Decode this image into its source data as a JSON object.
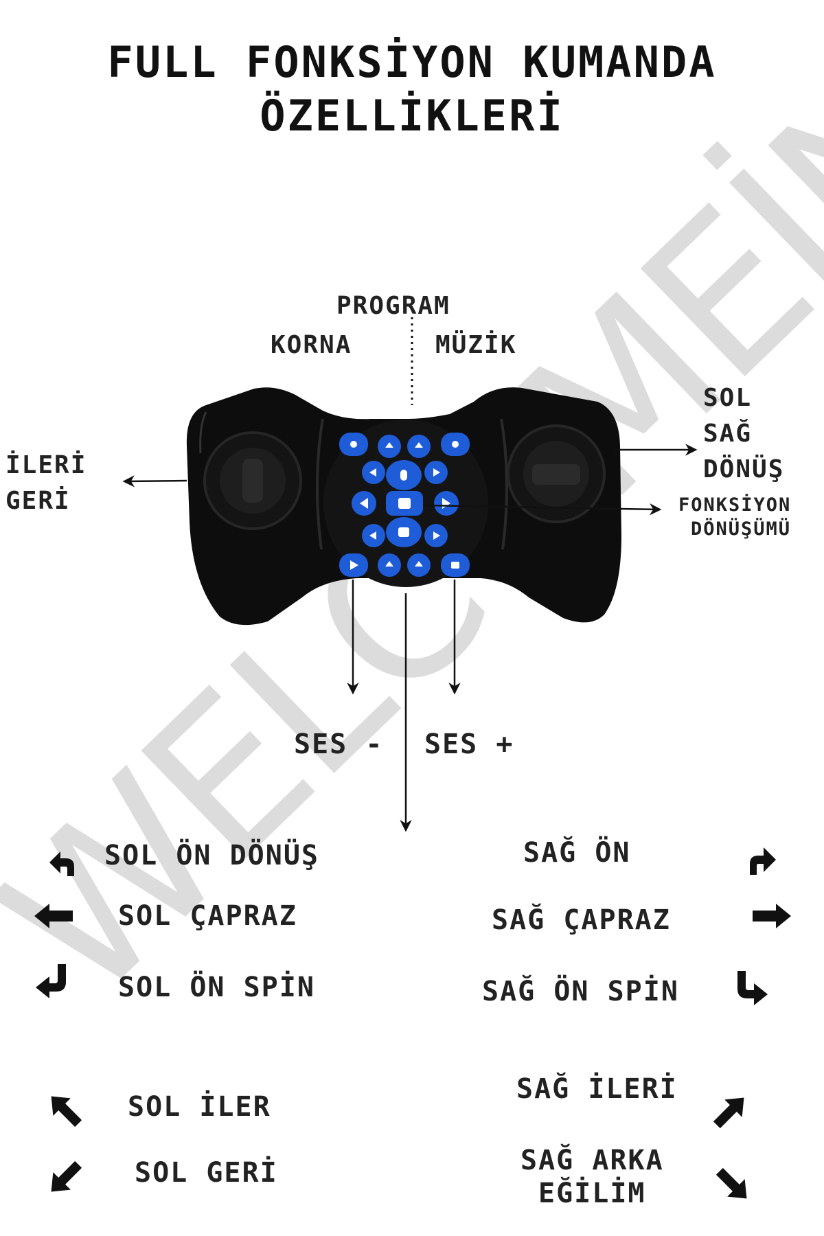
{
  "title": {
    "line1": "FULL FONKSİYON KUMANDA",
    "line2": "ÖZELLİKLERİ"
  },
  "watermark": "WELCOMEİN",
  "colors": {
    "text": "#222222",
    "button_blue": "#1e5cd8",
    "remote_body": "#0d0d0d",
    "watermark": "#d9d9d9"
  },
  "remote_labels": {
    "program": "PROGRAM",
    "korna": "KORNA",
    "muzik": "MÜZİK",
    "ileri": "İLERİ",
    "geri": "GERİ",
    "sol": "SOL",
    "sag": "SAĞ",
    "donus": "DÖNÜŞ",
    "fonksiyon": "FONKSİYON",
    "donusumu": "DÖNÜŞÜMÜ",
    "ses_minus": "SES -",
    "ses_plus": "SES +"
  },
  "legend_left": [
    {
      "label": "SOL ÖN DÖNÜŞ",
      "icon": "turn-left-arrow-icon"
    },
    {
      "label": "SOL ÇAPRAZ",
      "icon": "left-arrow-icon"
    },
    {
      "label": "SOL ÖN SPİN",
      "icon": "spin-left-arrow-icon"
    },
    {
      "label": "SOL İLER",
      "icon": "up-left-arrow-icon"
    },
    {
      "label": "SOL GERİ",
      "icon": "down-left-arrow-icon"
    }
  ],
  "legend_right": [
    {
      "label": "SAĞ ÖN",
      "icon": "turn-right-arrow-icon"
    },
    {
      "label": "SAĞ ÇAPRAZ",
      "icon": "right-arrow-icon"
    },
    {
      "label": "SAĞ ÖN SPİN",
      "icon": "spin-right-arrow-icon"
    },
    {
      "label": "SAĞ İLERİ",
      "icon": "up-right-arrow-icon"
    },
    {
      "label": "SAĞ ARKA",
      "label2": "EĞİLİM",
      "icon": "down-right-arrow-icon"
    }
  ]
}
